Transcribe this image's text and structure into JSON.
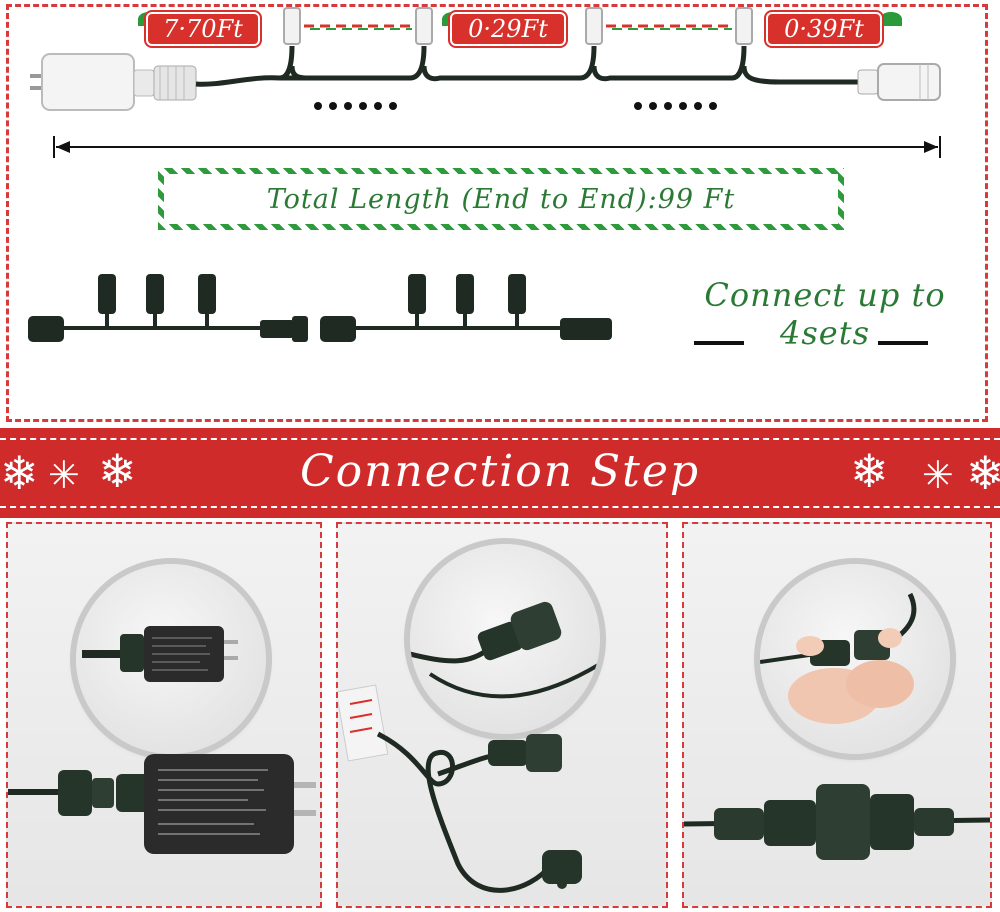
{
  "segments": {
    "first": "7·70Ft",
    "second": "0·29Ft",
    "third": "0·39Ft"
  },
  "total_length": "Total Length (End to End):99 Ft",
  "connect": {
    "line1": "Connect up to",
    "line2": "4sets"
  },
  "banner": {
    "title": "Connection Step"
  },
  "colors": {
    "red": "#d8302b",
    "green": "#2a7a35",
    "cable": "#1f2a22"
  }
}
